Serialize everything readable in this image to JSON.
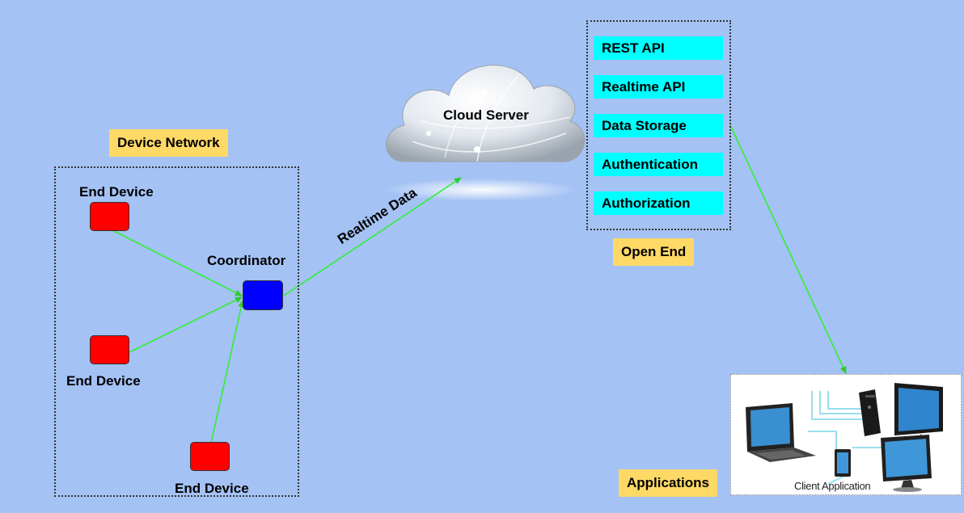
{
  "device_network": {
    "title": "Device Network",
    "end_device_top": "End Device",
    "end_device_middle": "End Device",
    "end_device_bottom": "End Device",
    "coordinator": "Coordinator"
  },
  "edge_label": "Realtime Data",
  "cloud": {
    "label": "Cloud Server"
  },
  "open_end": {
    "title": "Open End",
    "items": [
      "REST API",
      "Realtime API",
      "Data Storage",
      "Authentication",
      "Authorization"
    ]
  },
  "applications": {
    "title": "Applications",
    "image_caption": "Client Application"
  },
  "colors": {
    "background": "#a4c2f4",
    "end_device": "#ff0000",
    "coordinator": "#0000ff",
    "api_item": "#00ffff",
    "label_bg": "#ffd966",
    "arrow": "#33ee33"
  }
}
